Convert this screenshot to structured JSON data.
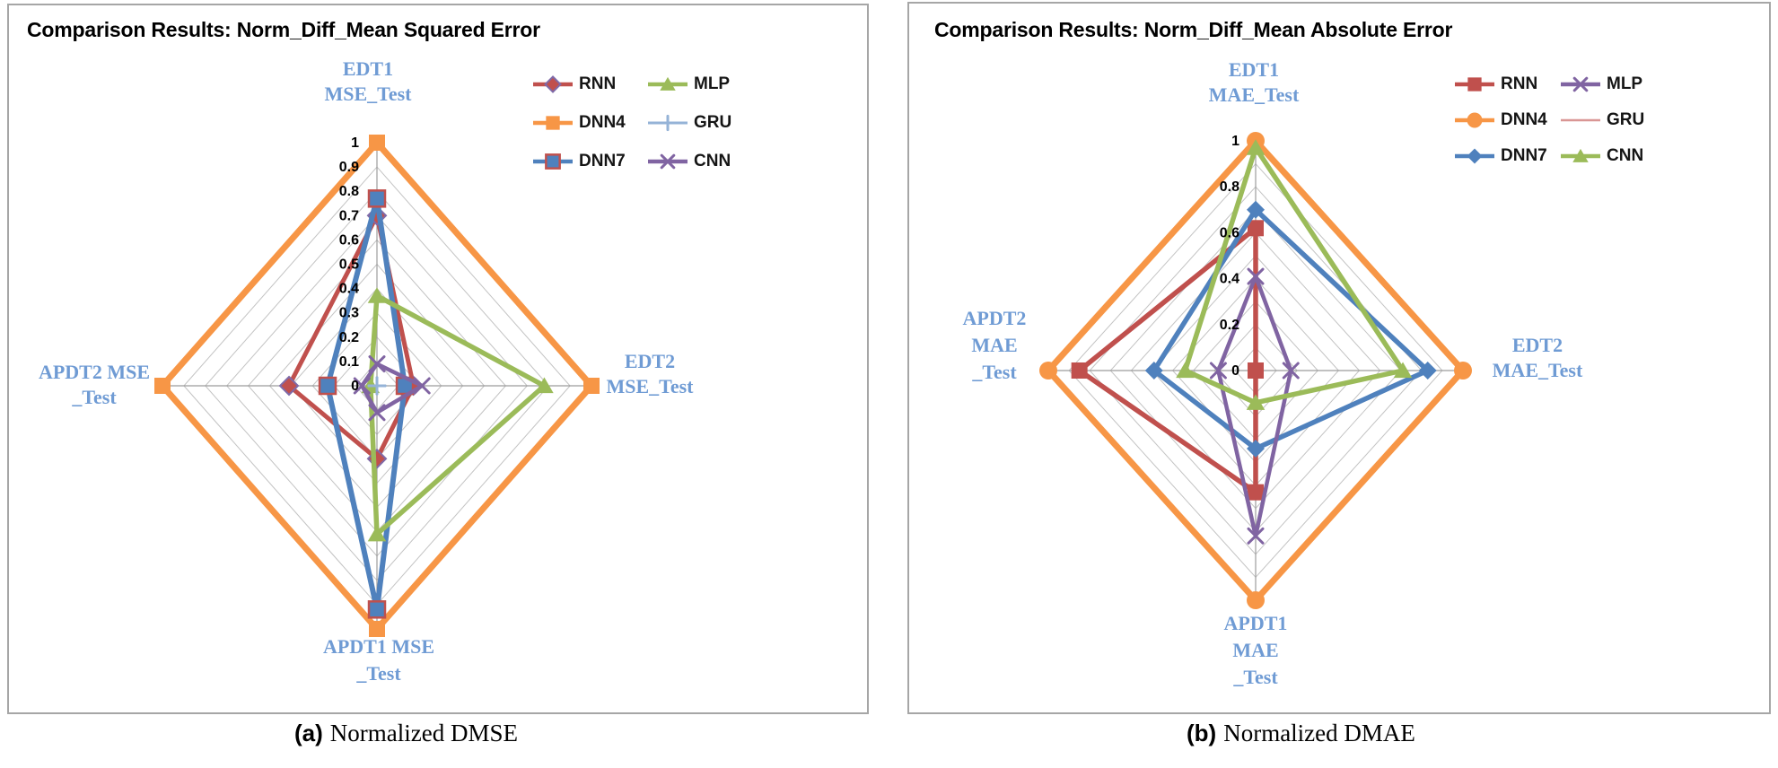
{
  "axis_label_color": "#6f9bd4",
  "grid_color": "#c3c3c3",
  "axis_line_color": "#9c9c9c",
  "captions": {
    "a": {
      "marker": "(a)",
      "text": "Normalized DMSE"
    },
    "b": {
      "marker": "(b)",
      "text": "Normalized DMAE"
    }
  },
  "chart_data": [
    {
      "type": "radar",
      "title": "Comparison Results: Norm_Diff_Mean Squared Error",
      "axes": [
        {
          "id": "EDT1_MSE_Test",
          "position": "top",
          "label_lines": [
            "EDT1",
            "MSE_Test"
          ]
        },
        {
          "id": "EDT2_MSE_Test",
          "position": "right",
          "label_lines": [
            "EDT2",
            "MSE_Test"
          ]
        },
        {
          "id": "APDT1_MSE_Test",
          "position": "bottom",
          "label_lines": [
            "APDT1 MSE",
            "_Test"
          ]
        },
        {
          "id": "APDT2_MSE_Test",
          "position": "left",
          "label_lines": [
            "APDT2 MSE",
            "_Test"
          ]
        }
      ],
      "rmax": 1,
      "ring_step": 0.1,
      "tick_labels": [
        {
          "v": 1.0,
          "t": "1"
        },
        {
          "v": 0.9,
          "t": "0.9"
        },
        {
          "v": 0.8,
          "t": "0.8"
        },
        {
          "v": 0.7,
          "t": "0.7"
        },
        {
          "v": 0.6,
          "t": "0.6"
        },
        {
          "v": 0.5,
          "t": "0.5"
        },
        {
          "v": 0.4,
          "t": "0.4"
        },
        {
          "v": 0.3,
          "t": "0.3"
        },
        {
          "v": 0.2,
          "t": "0.2"
        },
        {
          "v": 0.1,
          "t": "0.1"
        },
        {
          "v": 0.0,
          "t": "0"
        }
      ],
      "series": [
        {
          "name": "RNN",
          "color": "#C0504D",
          "marker": "diamond",
          "marker_stroke": "#7f6aa8",
          "line_width": 5,
          "values": {
            "top": 0.7,
            "right": 0.17,
            "bottom": 0.3,
            "left": 0.41
          }
        },
        {
          "name": "DNN4",
          "color": "#F79646",
          "marker": "square",
          "marker_stroke": "",
          "line_width": 7,
          "values": {
            "top": 1.0,
            "right": 1.0,
            "bottom": 1.0,
            "left": 1.0
          }
        },
        {
          "name": "DNN7",
          "color": "#4F81BD",
          "marker": "square",
          "marker_stroke": "#C0504D",
          "line_width": 6,
          "values": {
            "top": 0.77,
            "right": 0.13,
            "bottom": 0.92,
            "left": 0.23
          }
        },
        {
          "name": "MLP",
          "color": "#9BBB59",
          "marker": "triangle",
          "marker_stroke": "",
          "line_width": 5.5,
          "values": {
            "top": 0.37,
            "right": 0.78,
            "bottom": 0.61,
            "left": 0.03
          }
        },
        {
          "name": "GRU",
          "color": "#95B3D7",
          "marker": "plus",
          "marker_stroke": "",
          "line_width": 3,
          "values": {
            "top": 0.0,
            "right": 0.0,
            "bottom": 0.0,
            "left": 0.0
          }
        },
        {
          "name": "CNN",
          "color": "#8064A2",
          "marker": "x",
          "marker_stroke": "",
          "line_width": 4.5,
          "values": {
            "top": 0.09,
            "right": 0.21,
            "bottom": 0.11,
            "left": 0.07
          }
        }
      ],
      "legend_columns": [
        [
          "RNN",
          "DNN4",
          "DNN7"
        ],
        [
          "MLP",
          "GRU",
          "CNN"
        ]
      ]
    },
    {
      "type": "radar",
      "title": "Comparison Results: Norm_Diff_Mean Absolute Error",
      "axes": [
        {
          "id": "EDT1_MAE_Test",
          "position": "top",
          "label_lines": [
            "EDT1",
            "MAE_Test"
          ]
        },
        {
          "id": "EDT2_MAE_Test",
          "position": "right",
          "label_lines": [
            "EDT2",
            "MAE_Test"
          ]
        },
        {
          "id": "APDT1_MAE_Test",
          "position": "bottom",
          "label_lines": [
            "APDT1",
            "MAE",
            "_Test"
          ]
        },
        {
          "id": "APDT2_MAE_Test",
          "position": "left",
          "label_lines": [
            "APDT2",
            "MAE",
            "_Test"
          ]
        }
      ],
      "rmax": 1,
      "ring_step": 0.1,
      "tick_labels": [
        {
          "v": 1.0,
          "t": "1"
        },
        {
          "v": 0.8,
          "t": "0.8"
        },
        {
          "v": 0.6,
          "t": "0.6"
        },
        {
          "v": 0.4,
          "t": "0.4"
        },
        {
          "v": 0.2,
          "t": "0.2"
        },
        {
          "v": 0.0,
          "t": "0"
        }
      ],
      "series": [
        {
          "name": "RNN",
          "color": "#C0504D",
          "marker": "square",
          "marker_stroke": "",
          "line_width": 5.5,
          "values": {
            "top": 0.62,
            "right": 0.0,
            "bottom": 0.53,
            "left": 0.85
          }
        },
        {
          "name": "DNN4",
          "color": "#F79646",
          "marker": "circle",
          "marker_stroke": "",
          "line_width": 7,
          "values": {
            "top": 1.0,
            "right": 1.0,
            "bottom": 1.0,
            "left": 1.0
          }
        },
        {
          "name": "DNN7",
          "color": "#4F81BD",
          "marker": "diamond",
          "marker_stroke": "",
          "line_width": 5.5,
          "values": {
            "top": 0.7,
            "right": 0.83,
            "bottom": 0.34,
            "left": 0.49
          }
        },
        {
          "name": "MLP",
          "color": "#8064A2",
          "marker": "x",
          "marker_stroke": "",
          "line_width": 4.5,
          "values": {
            "top": 0.41,
            "right": 0.17,
            "bottom": 0.72,
            "left": 0.18
          }
        },
        {
          "name": "GRU",
          "color": "#D99694",
          "marker": "none",
          "marker_stroke": "",
          "line_width": 2.5,
          "values": {
            "top": 0.0,
            "right": 0.0,
            "bottom": 0.0,
            "left": 0.0
          }
        },
        {
          "name": "CNN",
          "color": "#9BBB59",
          "marker": "triangle",
          "marker_stroke": "",
          "line_width": 5.5,
          "values": {
            "top": 0.97,
            "right": 0.71,
            "bottom": 0.14,
            "left": 0.34
          }
        }
      ],
      "legend_columns": [
        [
          "RNN",
          "DNN4",
          "DNN7"
        ],
        [
          "MLP",
          "GRU",
          "CNN"
        ]
      ]
    }
  ]
}
